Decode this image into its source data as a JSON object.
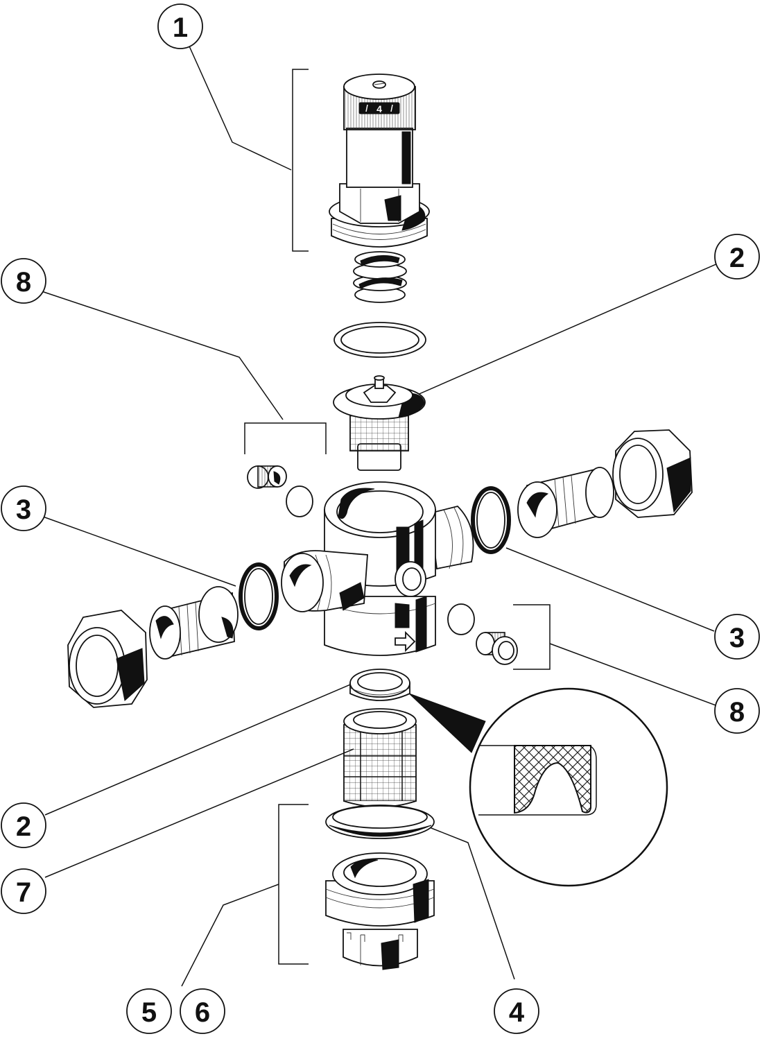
{
  "diagram": {
    "callouts": [
      {
        "id": "c1",
        "label": "1"
      },
      {
        "id": "c2-top",
        "label": "2"
      },
      {
        "id": "c8-top",
        "label": "8"
      },
      {
        "id": "c3-left",
        "label": "3"
      },
      {
        "id": "c3-right",
        "label": "3"
      },
      {
        "id": "c8-right",
        "label": "8"
      },
      {
        "id": "c2-bottom",
        "label": "2"
      },
      {
        "id": "c7",
        "label": "7"
      },
      {
        "id": "c5",
        "label": "5"
      },
      {
        "id": "c6",
        "label": "6"
      },
      {
        "id": "c4",
        "label": "4"
      }
    ],
    "dial_setting": "4"
  },
  "colors": {
    "line": "#111111",
    "fill": "#ffffff"
  }
}
